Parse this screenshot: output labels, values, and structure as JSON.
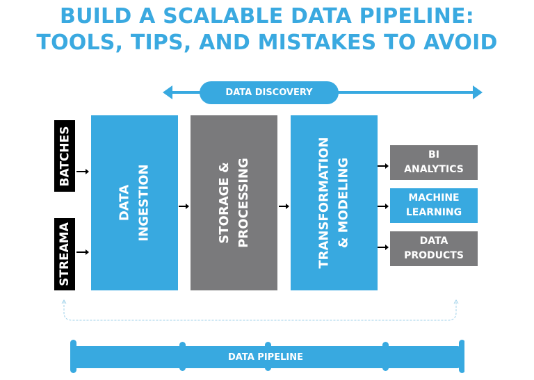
{
  "title": {
    "line1": "BUILD A SCALABLE DATA PIPELINE:",
    "line2": "TOOLS, TIPS, AND MISTAKES TO AVOID"
  },
  "discovery": {
    "label": "DATA DISCOVERY"
  },
  "sources": [
    {
      "label": "BATCHES"
    },
    {
      "label": "STREAMA"
    }
  ],
  "stages": [
    {
      "label": "DATA\nINGESTION",
      "color": "#38a9e0"
    },
    {
      "label": "STORAGE &\nPROCESSING",
      "color": "#7a7a7c"
    },
    {
      "label": "TRANSFORMATION\n& MODELING",
      "color": "#38a9e0"
    }
  ],
  "outputs": [
    {
      "label": "BI\nANALYTICS",
      "color": "#7a7a7c"
    },
    {
      "label": "MACHINE\nLEARNING",
      "color": "#38a9e0"
    },
    {
      "label": "DATA\nPRODUCTS",
      "color": "#7a7a7c"
    }
  ],
  "pipeline": {
    "label": "DATA PIPELINE"
  },
  "colors": {
    "accent": "#38a9e0",
    "gray": "#7a7a7c",
    "title": "#3aa9e0"
  }
}
